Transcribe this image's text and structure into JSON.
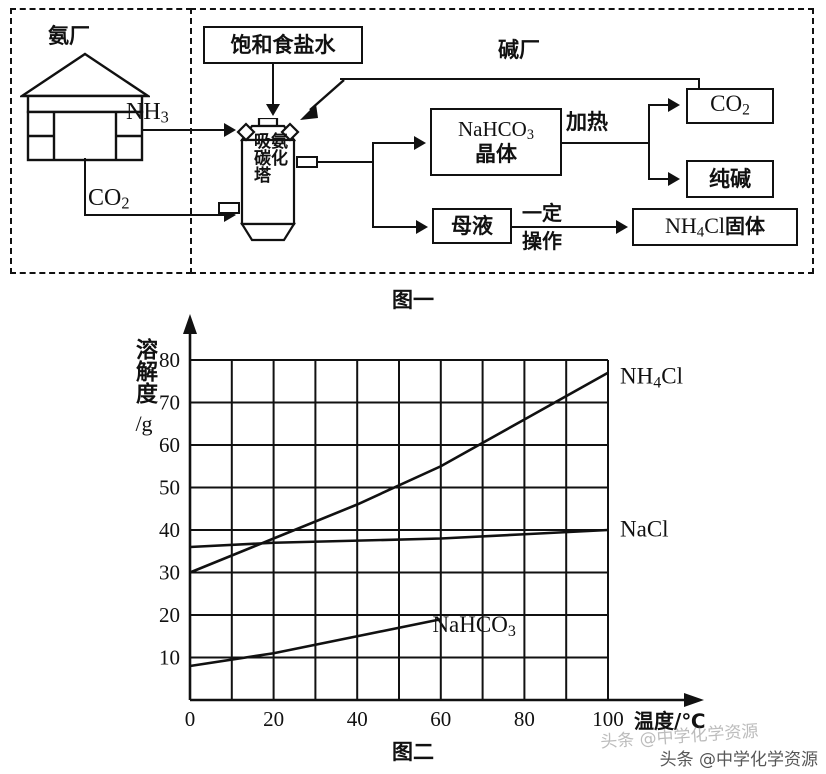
{
  "figure1": {
    "caption": "图一",
    "left_zone_label": "氨厂",
    "right_zone_label": "碱厂",
    "nodes": {
      "brine": "饱和食盐水",
      "nh3": "NH3",
      "co2_in": "CO2",
      "tower_col1": "吸碳塔",
      "tower_col2": "氨化",
      "nahco3_line1": "NaHCO3",
      "nahco3_line2": "晶体",
      "heat": "加热",
      "co2_out": "CO2",
      "soda": "纯碱",
      "mother_liquor": "母液",
      "operation_line1": "一定",
      "operation_line2": "操作",
      "nh4cl_solid": "NH4Cl固体"
    }
  },
  "figure2": {
    "caption": "图二"
  },
  "chart_data": {
    "type": "line",
    "title": "",
    "xlabel": "温度/℃",
    "ylabel": "溶解度/g",
    "ylabel_chars": "溶解度",
    "ylabel_unit": "/g",
    "xlim": [
      0,
      100
    ],
    "ylim": [
      0,
      80
    ],
    "xticks": [
      0,
      20,
      40,
      60,
      80,
      100
    ],
    "xtick_labels": [
      "0",
      "20",
      "40",
      "60",
      "80",
      "100"
    ],
    "yticks": [
      10,
      20,
      30,
      40,
      50,
      60,
      70,
      80
    ],
    "ytick_labels": [
      "10",
      "20",
      "30",
      "40",
      "50",
      "60",
      "70",
      "80"
    ],
    "grid": true,
    "grid_x_step": 10,
    "grid_y_step": 10,
    "legend": "inline-right",
    "series": [
      {
        "name": "NH4Cl",
        "label": "NH4Cl",
        "x": [
          0,
          20,
          40,
          60,
          80,
          100
        ],
        "values": [
          30,
          38,
          46,
          55,
          66,
          77
        ]
      },
      {
        "name": "NaCl",
        "label": "NaCl",
        "x": [
          0,
          20,
          40,
          60,
          80,
          100
        ],
        "values": [
          36,
          37,
          37.5,
          38,
          39,
          40
        ]
      },
      {
        "name": "NaHCO3",
        "label": "NaHCO3",
        "x": [
          0,
          20,
          40,
          60
        ],
        "values": [
          8,
          11,
          15,
          19
        ]
      }
    ]
  },
  "watermark": {
    "text": "头条 @中学化学资源",
    "ghost": "头条 @中学化学资源"
  }
}
